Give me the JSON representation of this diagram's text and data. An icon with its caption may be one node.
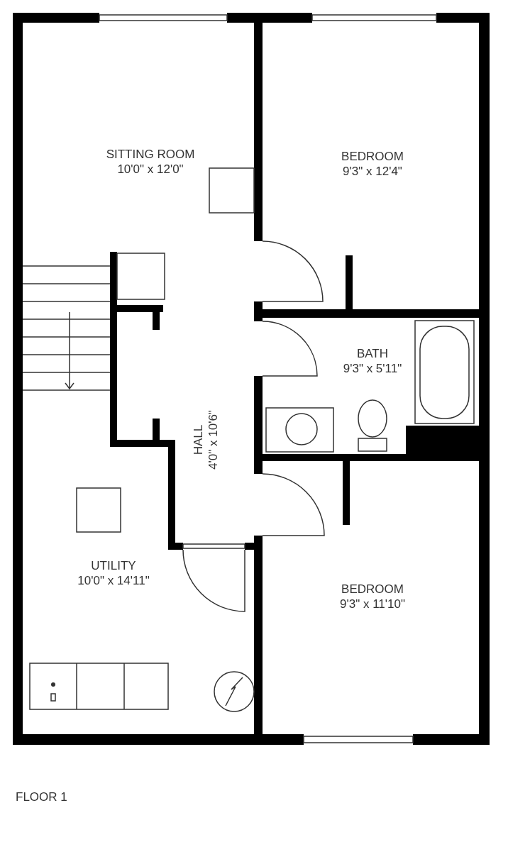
{
  "diagram": {
    "nodes": [
      {
        "text": [
          "SITTING ROOM",
          "10'0\" x 12'0\""
        ]
      },
      {
        "text": [
          "BEDROOM",
          "9'3\" x 12'4\""
        ]
      },
      {
        "text": [
          "BATH",
          "9'3\" x 5'11\""
        ]
      },
      {
        "text": [
          "HALL",
          "4'0\" x 10'6\""
        ]
      },
      {
        "text": [
          "UTILITY",
          "10'0\" x 14'11\""
        ]
      },
      {
        "text": [
          "BEDROOM",
          "9'3\" x 11'10\""
        ]
      }
    ],
    "labels": [
      "FLOOR 1"
    ]
  }
}
